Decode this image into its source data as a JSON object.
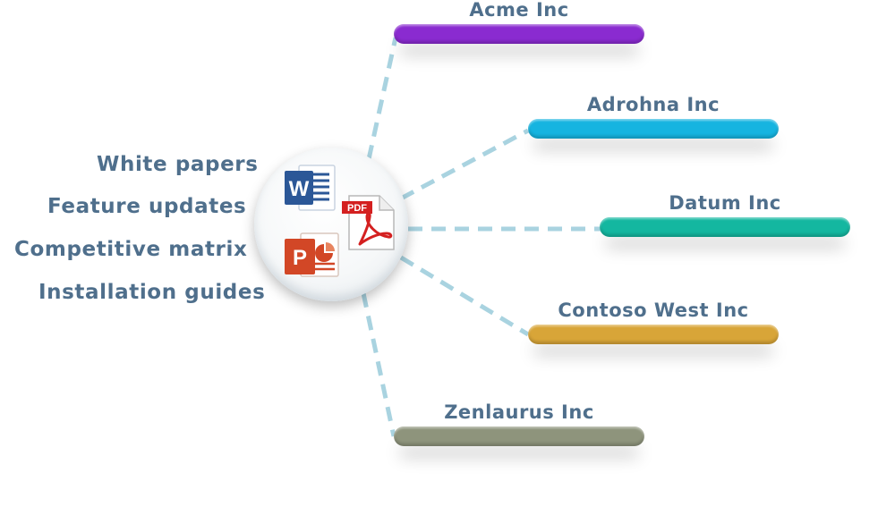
{
  "topics": [
    "White papers",
    "Feature updates",
    "Competitive matrix",
    "Installation guides"
  ],
  "companies": [
    {
      "name": "Acme Inc",
      "color": "#8a2bd0"
    },
    {
      "name": "Adrohna Inc",
      "color": "#16b4e0"
    },
    {
      "name": "Datum Inc",
      "color": "#14b7a0"
    },
    {
      "name": "Contoso West Inc",
      "color": "#d8a538"
    },
    {
      "name": "Zenlaurus Inc",
      "color": "#8e947c"
    }
  ],
  "hub_icons": [
    "word-icon",
    "pdf-icon",
    "powerpoint-icon"
  ],
  "pdf_badge": "PDF",
  "connector_color": "#a9d3e0"
}
